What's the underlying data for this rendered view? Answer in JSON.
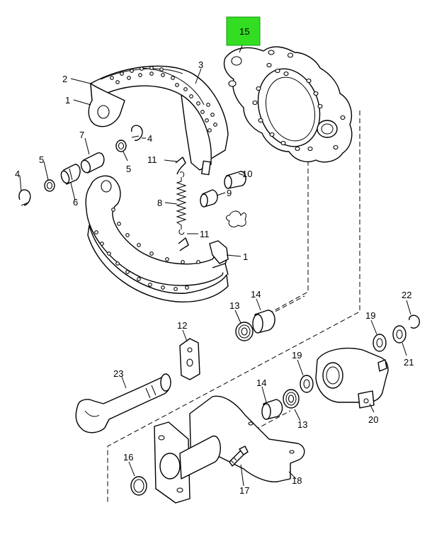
{
  "diagram": {
    "highlight_color": "#33dd22",
    "callouts": {
      "c15": "15",
      "c2": "2",
      "c3": "3",
      "c1_top": "1",
      "c7": "7",
      "c4_mid": "4",
      "c5_left": "5",
      "c5_mid": "5",
      "c4_left": "4",
      "c6": "6",
      "c11_top": "11",
      "c10": "10",
      "c8": "8",
      "c9": "9",
      "c11_bot": "11",
      "c1_bot": "1",
      "c14_top": "14",
      "c13_top": "13",
      "c22": "22",
      "c19_right": "19",
      "c12": "12",
      "c21": "21",
      "c19_mid": "19",
      "c23": "23",
      "c14_bot": "14",
      "c20": "20",
      "c13_bot": "13",
      "c16": "16",
      "c18": "18",
      "c17": "17"
    }
  }
}
